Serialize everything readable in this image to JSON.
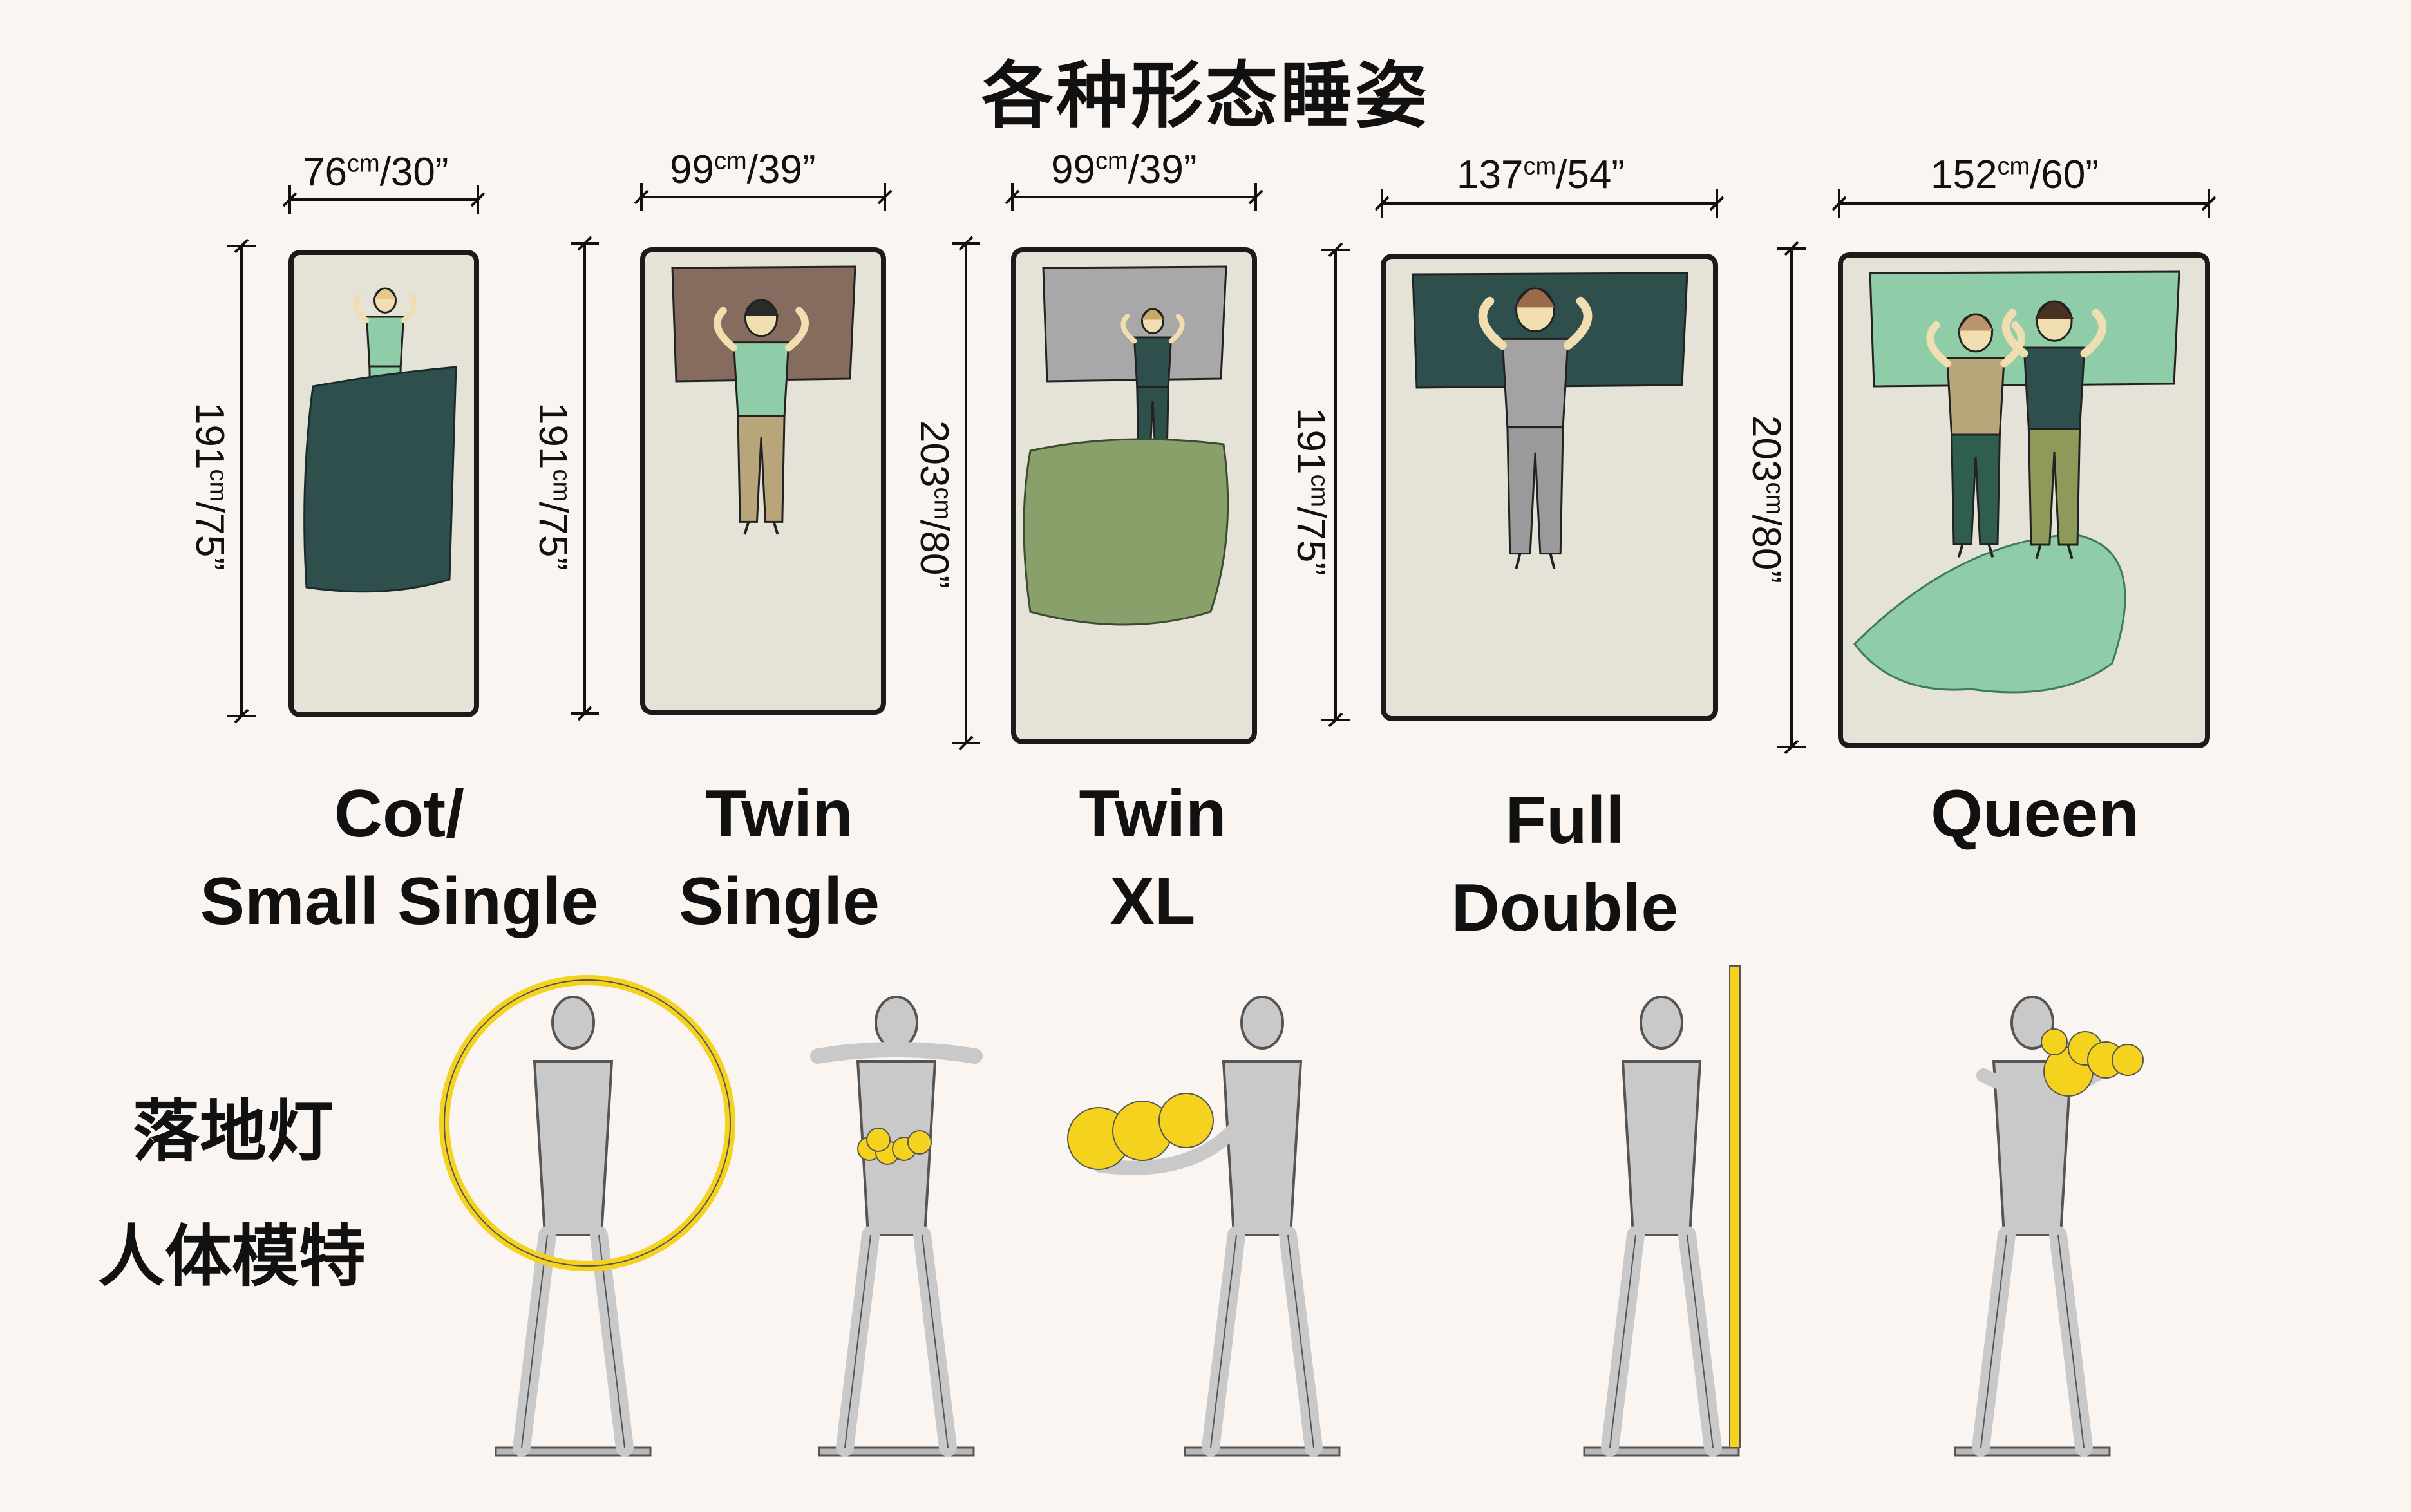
{
  "title": "各种形态睡姿",
  "beds": [
    {
      "name_line1": "Cot/",
      "name_line2": "Small Single",
      "width_cm": "76",
      "width_in": "30”",
      "length_cm": "191",
      "length_in": "75”",
      "blanket": "#2f4f4c",
      "pillow": "none"
    },
    {
      "name_line1": "Twin",
      "name_line2": "Single",
      "width_cm": "99",
      "width_in": "39”",
      "length_cm": "191",
      "length_in": "75”",
      "blanket": "none",
      "pillow": "#866c5e"
    },
    {
      "name_line1": "Twin",
      "name_line2": "XL",
      "width_cm": "99",
      "width_in": "39”",
      "length_cm": "203",
      "length_in": "80”",
      "blanket": "#8aa06a",
      "pillow": "#a8a8a8"
    },
    {
      "name_line1": "Full",
      "name_line2": "Double",
      "width_cm": "137",
      "width_in": "54”",
      "length_cm": "191",
      "length_in": "75”",
      "blanket": "none",
      "pillow": "#2f4f4c"
    },
    {
      "name_line1": "Queen",
      "name_line2": "",
      "width_cm": "152",
      "width_in": "60”",
      "length_cm": "203",
      "length_in": "80”",
      "blanket": "#8fcca8",
      "pillow": "#8fcca8"
    }
  ],
  "unit_cm": "cm",
  "side_label_line1": "落地灯",
  "side_label_line2": "人体模特",
  "colors": {
    "mattress": "#e5e2d8",
    "frame": "#1b1b1b",
    "figure": "#c9c9c9",
    "accent_yellow": "#f5d21e"
  }
}
